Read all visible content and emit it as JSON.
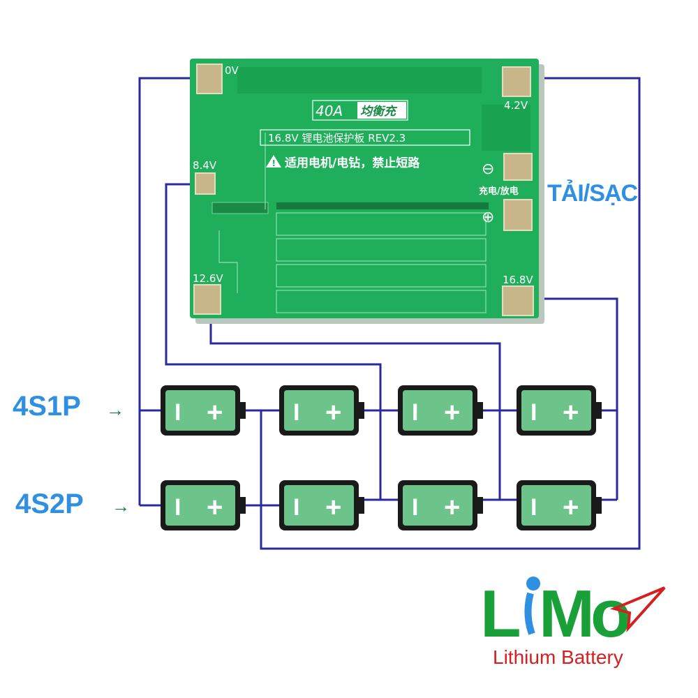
{
  "board": {
    "badge": "40A",
    "badge_cn": "均衡充",
    "title_line": "16.8V  锂电池保护板  REV2.3",
    "warning_line": "适用电机/电钻，禁止短路",
    "port_label": "充电/放电",
    "minus_symbol": "⊖",
    "plus_symbol": "⊕",
    "pads": {
      "p0v": "0V",
      "p42v": "4.2V",
      "p84v": "8.4V",
      "p126v": "12.6V",
      "p168v": "16.8V"
    }
  },
  "labels": {
    "load_charge": "TẢI/SẠC",
    "row1": "4S1P",
    "row2": "4S2P",
    "arrow": "→"
  },
  "battery": {
    "minus": "I",
    "plus": "+"
  },
  "logo": {
    "brand": "LiMo",
    "tagline": "Lithium Battery"
  },
  "colors": {
    "wire": "#2a2a9a",
    "pcb": "#1fae5a",
    "battery_body": "#6cc48a",
    "battery_case": "#1a1a1a",
    "label_blue": "#2f8fe0",
    "logo_green": "#1aa038",
    "logo_red": "#d42020"
  }
}
